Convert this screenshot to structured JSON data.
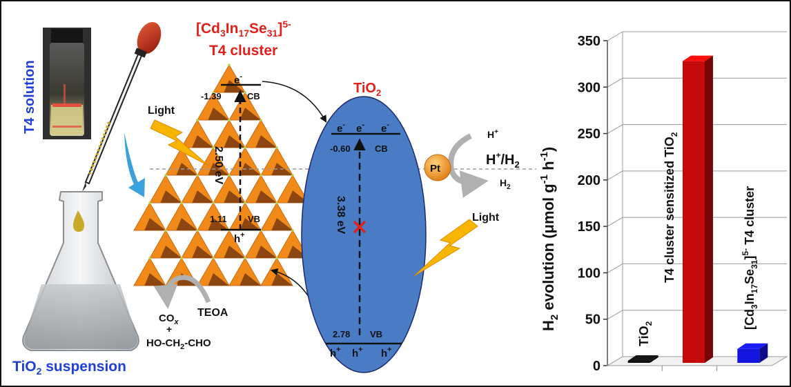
{
  "scheme": {
    "t4_solution_label": "T4 solution",
    "tio2_suspension_label": "TiO",
    "tio2_suspension_sub": "2",
    "tio2_suspension_rest": " suspension",
    "cluster_formula": {
      "a": "[Cd",
      "b": "3",
      "c": "In",
      "d": "17",
      "e": "Se",
      "f": "31",
      "g": "]",
      "h": "5-"
    },
    "cluster_name": "T4 cluster",
    "light_left": "Light",
    "light_right": "Light",
    "tio2_title": "TiO",
    "tio2_title_sub": "2",
    "cluster_cb_energy": "-1.39",
    "cluster_cb_label": "CB",
    "cluster_vb_energy": "1.11",
    "cluster_vb_label": "VB",
    "cluster_gap": "2.50 eV",
    "cluster_electron": "e",
    "cluster_hole": "h",
    "tio2_cb_energy": "-0.60",
    "tio2_cb_label": "CB",
    "tio2_vb_energy": "2.78",
    "tio2_vb_label": "VB",
    "tio2_gap": "3.38 eV",
    "electrons": [
      "e",
      "e",
      "e"
    ],
    "holes": [
      "h",
      "h",
      "h"
    ],
    "pt_label": "Pt",
    "h_plus": "H",
    "h_couple": "H",
    "h_couple_rest": "/H",
    "h_couple_sub": "2",
    "h2": "H",
    "h2_sub": "2",
    "co_x": "CO",
    "co_x_sub": "x",
    "plus": "+",
    "glycol": "HO-CH",
    "glycol_sub": "2",
    "glycol_rest": "-CHO",
    "teoa": "TEOA",
    "minus": "-",
    "plus_sign": "+"
  },
  "colors": {
    "blue_text": "#1f3fd6",
    "red_text": "#e0201a",
    "orange": "#f28a1a",
    "brown": "#7a3a10",
    "tio2_fill": "#4a7cc6",
    "bar_red": "#c40a0a",
    "bar_blue": "#1414e0",
    "bar_black": "#111111"
  },
  "chart_data": {
    "type": "bar",
    "ylabel": "H",
    "ylabel_sub": "2",
    "ylabel_rest": " evolution (μmol g",
    "ylabel_sup1": "-1",
    "ylabel_rest2": " h",
    "ylabel_sup2": "-1",
    "ylabel_end": ")",
    "ylim": [
      0,
      350
    ],
    "yticks": [
      "0",
      "50",
      "100",
      "150",
      "200",
      "250",
      "300",
      "350"
    ],
    "categories": [
      "TiO2",
      "T4 cluster sensitized TiO2",
      "[Cd3In17Se31]5- T4 cluster"
    ],
    "values": [
      1,
      328,
      18
    ],
    "bar_labels": {
      "tio2": {
        "main": "TiO",
        "sub": "2"
      },
      "sensitized": {
        "main": "T4 cluster sensitized TiO",
        "sub": "2"
      },
      "cluster": {
        "a": "[Cd",
        "b": "3",
        "c": "In",
        "d": "17",
        "e": "Se",
        "f": "31",
        "g": "]",
        "h": "5-",
        "i": " T4 cluster"
      }
    },
    "colors": [
      "#111111",
      "#c40a0a",
      "#1414e0"
    ],
    "grid": true
  }
}
